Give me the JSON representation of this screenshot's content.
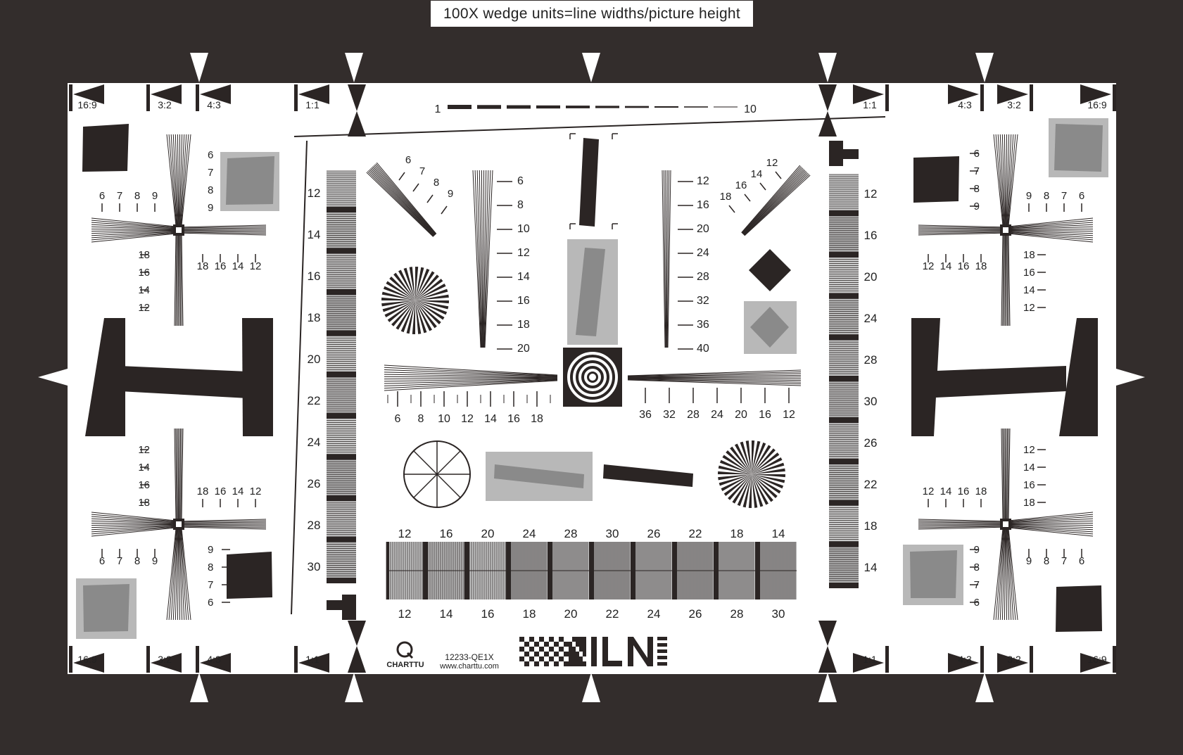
{
  "title": "100X wedge units=line widths/picture height",
  "colors": {
    "frame": "#332d2c",
    "paper": "#ffffff",
    "ink": "#2b2524",
    "gray_light": "#b8b8b8",
    "gray_mid": "#8a8a8a"
  },
  "aspect_labels": {
    "left": [
      "16:9",
      "3:2",
      "4:3",
      "1:1"
    ],
    "right": [
      "1:1",
      "4:3",
      "3:2",
      "16:9"
    ]
  },
  "top_ruler": {
    "start": "1",
    "end": "10"
  },
  "corner_scales": {
    "horizontal_outer": [
      "6",
      "7",
      "8",
      "9"
    ],
    "horizontal_inner": [
      "18",
      "16",
      "14",
      "12"
    ],
    "vertical_outer": [
      "6",
      "7",
      "8",
      "9"
    ],
    "vertical_inner": [
      "18",
      "16",
      "14",
      "12"
    ]
  },
  "left_strip_labels": [
    "12",
    "14",
    "16",
    "18",
    "20",
    "22",
    "24",
    "26",
    "28",
    "30"
  ],
  "right_strip_labels": [
    "12",
    "16",
    "20",
    "24",
    "28",
    "30",
    "26",
    "22",
    "18",
    "14"
  ],
  "diag_left_labels": [
    "6",
    "7",
    "8",
    "9"
  ],
  "diag_right_labels": [
    "12",
    "14",
    "16",
    "18"
  ],
  "wedge_left_labels": [
    "6",
    "8",
    "10",
    "12",
    "14",
    "16",
    "18",
    "20"
  ],
  "wedge_right_labels": [
    "12",
    "16",
    "20",
    "24",
    "28",
    "32",
    "36",
    "40"
  ],
  "center_left_labels": [
    "6",
    "8",
    "10",
    "12",
    "14",
    "16",
    "18"
  ],
  "center_right_labels": [
    "36",
    "32",
    "28",
    "24",
    "20",
    "16",
    "12"
  ],
  "bottom_top_labels": [
    "12",
    "16",
    "20",
    "24",
    "28",
    "30",
    "26",
    "22",
    "18",
    "14"
  ],
  "bottom_bottom_labels": [
    "12",
    "14",
    "16",
    "18",
    "20",
    "22",
    "24",
    "26",
    "28",
    "30"
  ],
  "logo": {
    "brand": "CHARTTU",
    "model": "12233-QE1X",
    "url": "www.charttu.com"
  },
  "icons": [
    "resolution-wedge-icon",
    "siemens-star-icon",
    "circle-segment-icon",
    "spiral-target-icon",
    "checker-pattern-icon"
  ]
}
